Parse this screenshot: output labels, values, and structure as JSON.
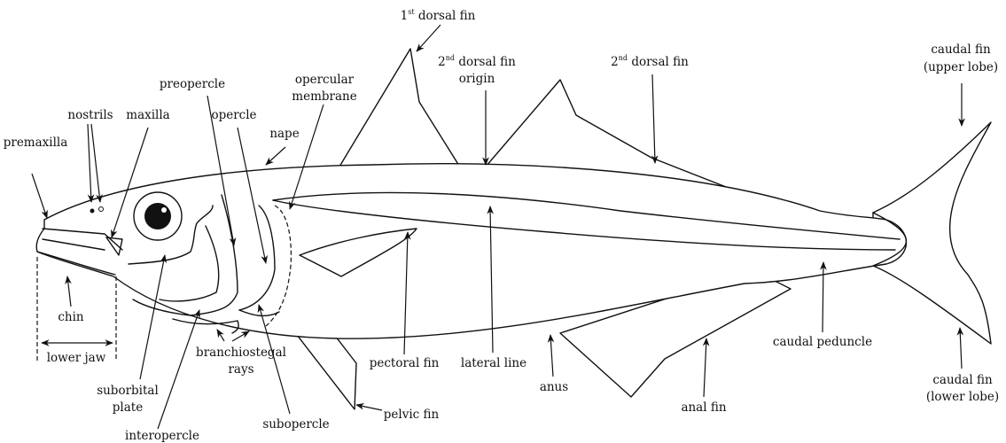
{
  "labels": {
    "dorsal_fin_1_num": "1",
    "dorsal_fin_1_sup": "st",
    "dorsal_fin_1_text": " dorsal fin",
    "dorsal_fin_2_origin_num": "2",
    "dorsal_fin_2_origin_sup": "nd",
    "dorsal_fin_2_origin_text": " dorsal fin",
    "dorsal_fin_2_origin_line2": "origin",
    "dorsal_fin_2_num": "2",
    "dorsal_fin_2_sup": "nd",
    "dorsal_fin_2_text": " dorsal fin",
    "opercular_membrane_1": "opercular",
    "opercular_membrane_2": "membrane",
    "preopercle": "preopercle",
    "nostrils": "nostrils",
    "maxilla": "maxilla",
    "opercle": "opercle",
    "nape": "nape",
    "premaxilla": "premaxilla",
    "caudal_upper_1": "caudal fin",
    "caudal_upper_2": "(upper lobe)",
    "chin": "chin",
    "lower_jaw": "lower jaw",
    "branchiostegal_1": "branchiostegal",
    "branchiostegal_2": "rays",
    "suborbital_1": "suborbital",
    "suborbital_2": "plate",
    "interopercle": "interopercle",
    "subopercle": "subopercle",
    "pelvic_fin": "pelvic fin",
    "pectoral_fin": "pectoral fin",
    "lateral_line": "lateral line",
    "anus": "anus",
    "anal_fin": "anal fin",
    "caudal_peduncle": "caudal peduncle",
    "caudal_lower_1": "caudal fin",
    "caudal_lower_2": "(lower lobe)"
  },
  "colors": {
    "ink": "#111111",
    "background": "#ffffff"
  }
}
